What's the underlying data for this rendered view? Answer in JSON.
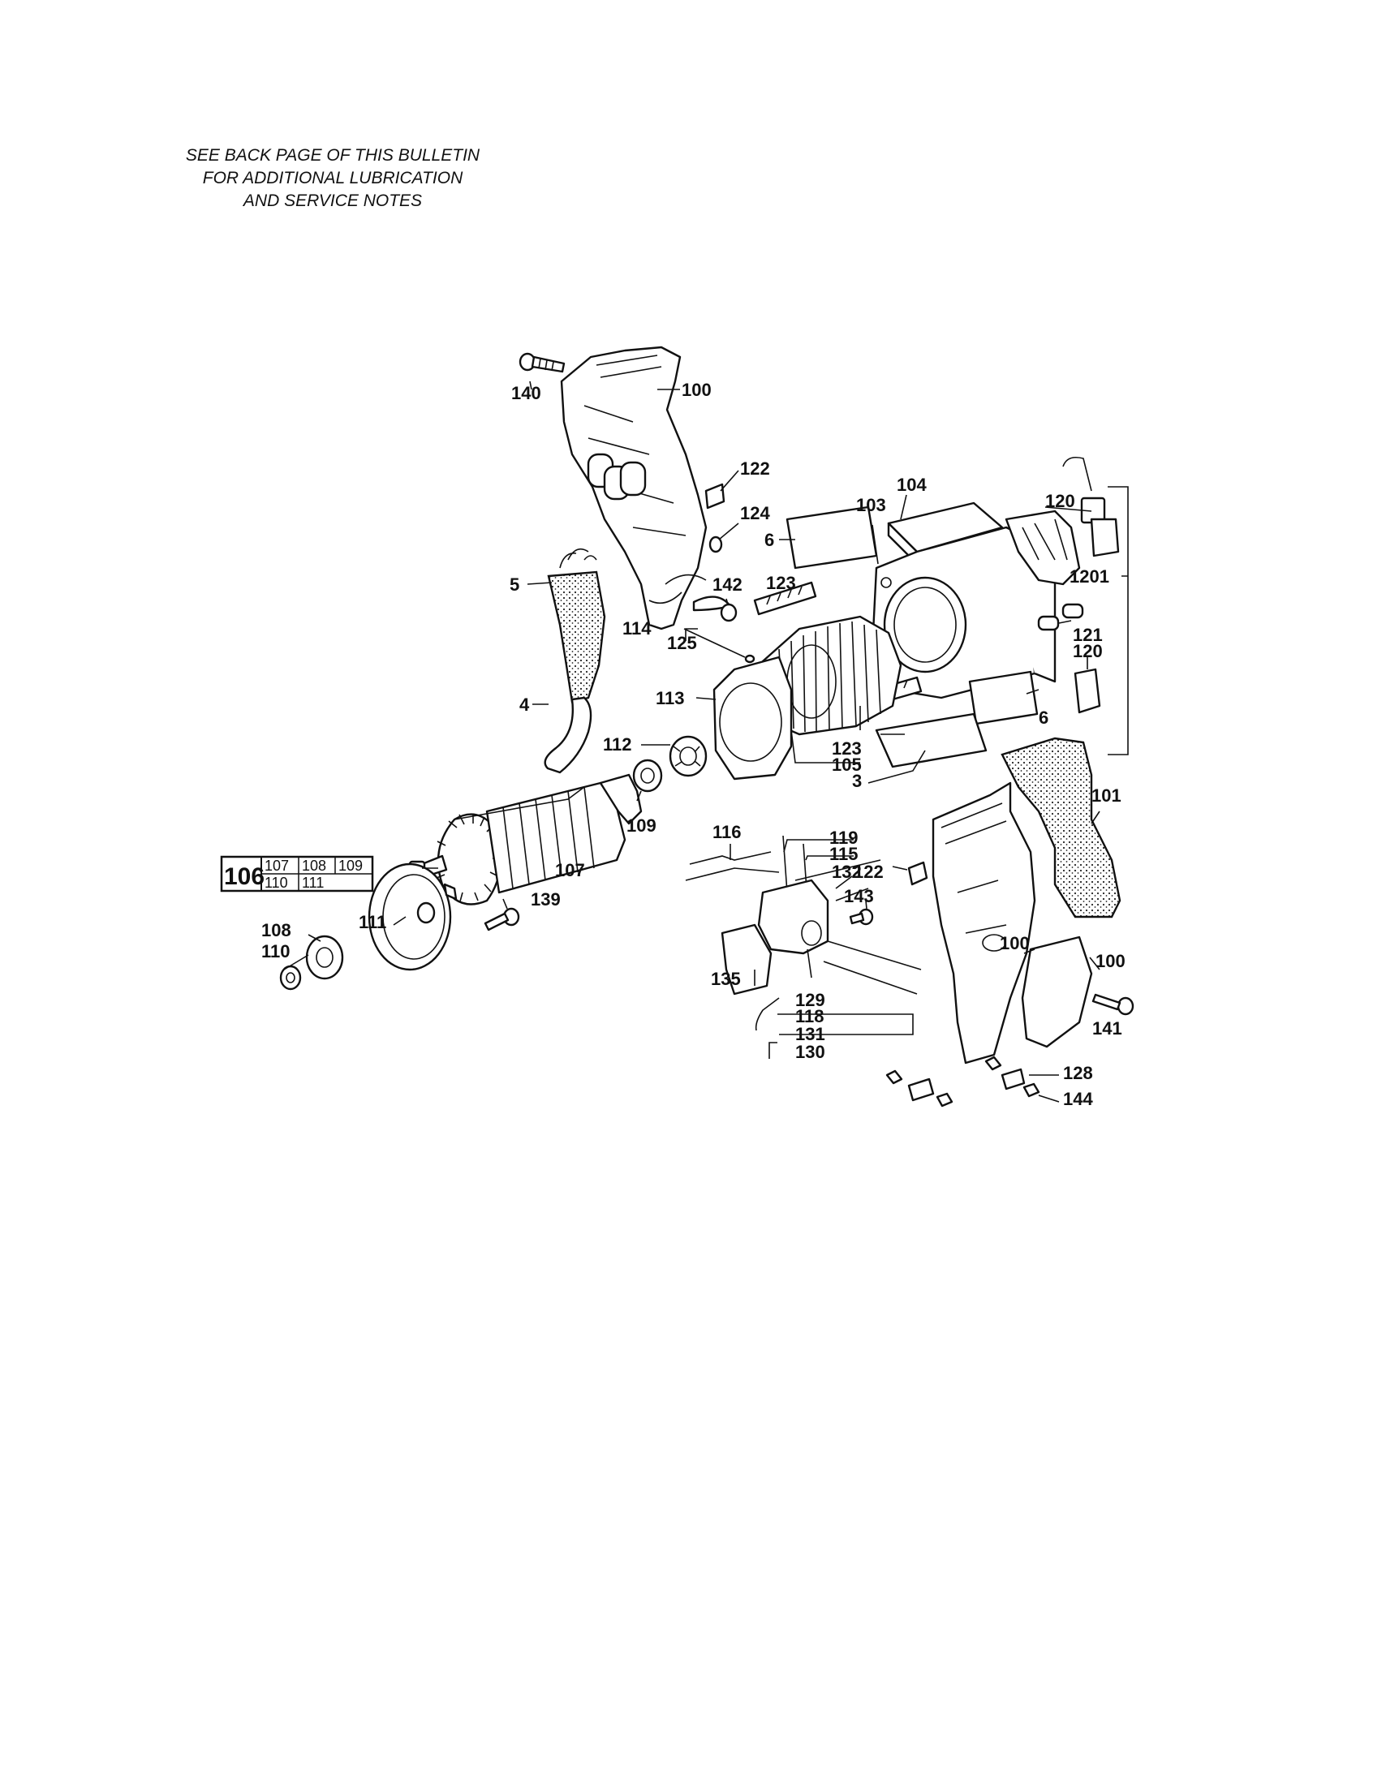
{
  "note": {
    "line1": "SEE BACK PAGE OF THIS BULLETIN",
    "line2": "FOR ADDITIONAL LUBRICATION",
    "line3": "AND SERVICE NOTES"
  },
  "callouts": {
    "c140": "140",
    "c100a": "100",
    "c122a": "122",
    "c124": "124",
    "c104": "104",
    "c103": "103",
    "c120a": "120",
    "c6a": "6",
    "c123a": "123",
    "c142": "142",
    "c5": "5",
    "c1201": "1201",
    "c125": "125",
    "c114": "114",
    "c121": "121",
    "c120b": "120",
    "c113": "113",
    "c4": "4",
    "c6b": "6",
    "c112": "112",
    "c123b": "123",
    "c105": "105",
    "c3": "3",
    "c109": "109",
    "c116": "116",
    "c119": "119",
    "c115": "115",
    "c132": "132",
    "c101": "101",
    "c107": "107",
    "c122b": "122",
    "c139": "139",
    "c143": "143",
    "c111": "111",
    "c108": "108",
    "c110": "110",
    "c100b": "100",
    "c100c": "100",
    "c135": "135",
    "c129": "129",
    "c118": "118",
    "c131": "131",
    "c141": "141",
    "c130": "130",
    "c128": "128",
    "c144": "144"
  },
  "kit_table": {
    "kit_number": "106",
    "row1": [
      "107",
      "108",
      "109"
    ],
    "row2": [
      "110",
      "111"
    ]
  }
}
